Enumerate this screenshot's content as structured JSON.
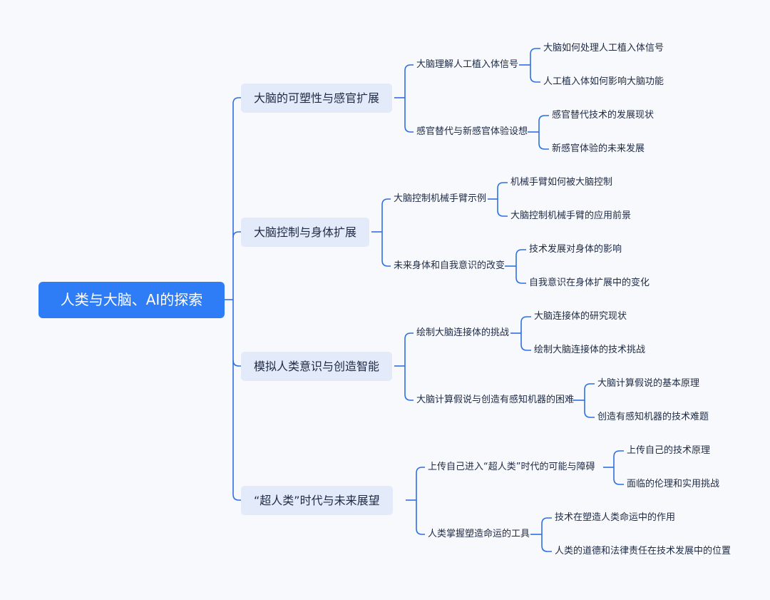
{
  "root": {
    "label": "人类与大脑、AI的探索"
  },
  "branches": [
    {
      "label": "大脑的可塑性与感官扩展",
      "subs": [
        {
          "label": "大脑理解人工植入体信号",
          "leaves": [
            "大脑如何处理人工植入体信号",
            "人工植入体如何影响大脑功能"
          ]
        },
        {
          "label": "感官替代与新感官体验设想",
          "leaves": [
            "感官替代技术的发展现状",
            "新感官体验的未来发展"
          ]
        }
      ]
    },
    {
      "label": "大脑控制与身体扩展",
      "subs": [
        {
          "label": "大脑控制机械手臂示例",
          "leaves": [
            "机械手臂如何被大脑控制",
            "大脑控制机械手臂的应用前景"
          ]
        },
        {
          "label": "未来身体和自我意识的改变",
          "leaves": [
            "技术发展对身体的影响",
            "自我意识在身体扩展中的变化"
          ]
        }
      ]
    },
    {
      "label": "模拟人类意识与创造智能",
      "subs": [
        {
          "label": "绘制大脑连接体的挑战",
          "leaves": [
            "大脑连接体的研究现状",
            "绘制大脑连接体的技术挑战"
          ]
        },
        {
          "label": "大脑计算假说与创造有感知机器的困难",
          "leaves": [
            "大脑计算假说的基本原理",
            "创造有感知机器的技术难题"
          ]
        }
      ]
    },
    {
      "label": "“超人类”时代与未来展望",
      "subs": [
        {
          "label": "上传自己进入“超人类”时代的可能与障碍",
          "leaves": [
            "上传自己的技术原理",
            "面临的伦理和实用挑战"
          ]
        },
        {
          "label": "人类掌握塑造命运的工具",
          "leaves": [
            "技术在塑造人类命运中的作用",
            "人类的道德和法律责任在技术发展中的位置"
          ]
        }
      ]
    }
  ],
  "colors": {
    "line": "#2f6fe0",
    "root_fill": "#2f7df6",
    "branch_fill": "#e3ebfb",
    "background": "#f7f9fd"
  }
}
